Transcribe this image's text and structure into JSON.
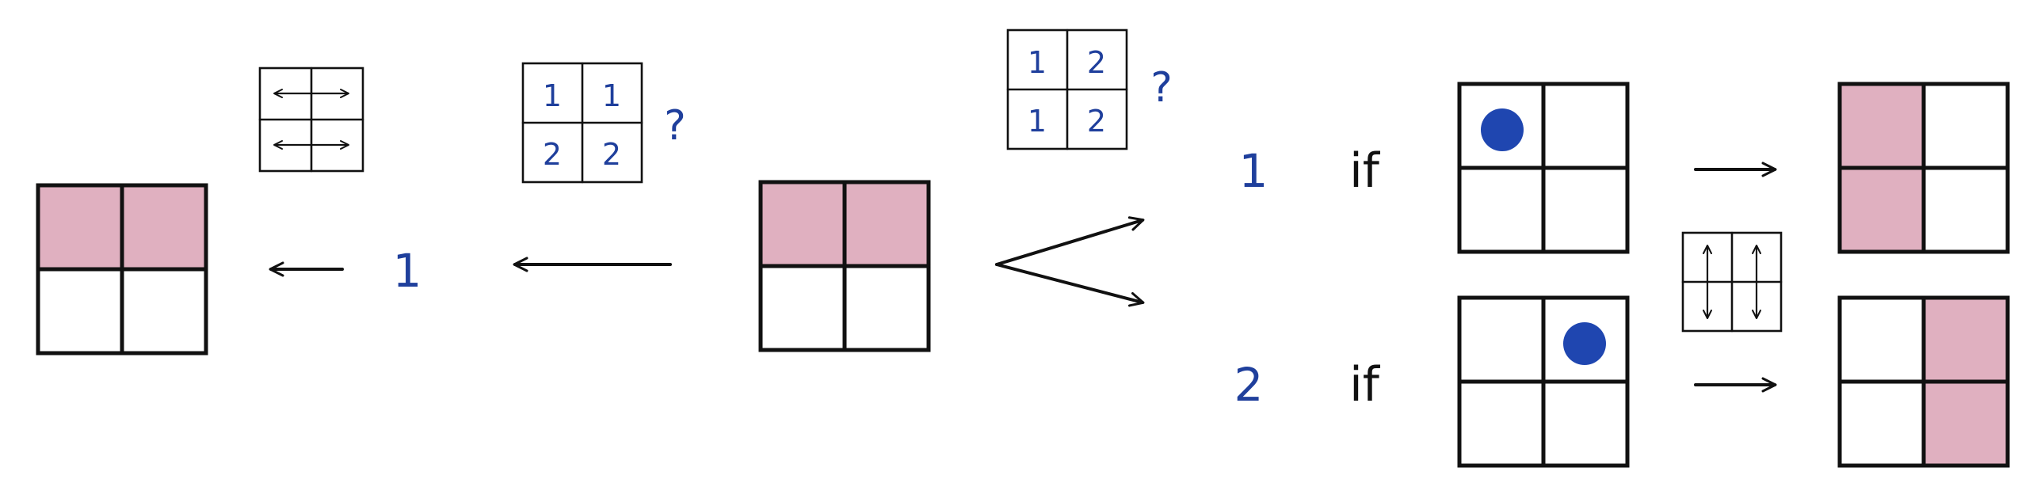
{
  "colors": {
    "ink": "#111111",
    "blue": "#1f3f9c",
    "pink": "#e0b0c0",
    "dot": "#1f46b0"
  },
  "labels": {
    "left_step": "1",
    "grid_label_topleft": [
      "1",
      "1",
      "2",
      "2"
    ],
    "grid_label_topcenter": [
      "1",
      "2",
      "1",
      "2"
    ],
    "question": "?",
    "case1_number": "1",
    "case2_number": "2",
    "if_word": "if"
  },
  "icons": {
    "horizontal_swap": "left-right-arrow-icon",
    "vertical_swap": "up-down-arrow-icon"
  }
}
